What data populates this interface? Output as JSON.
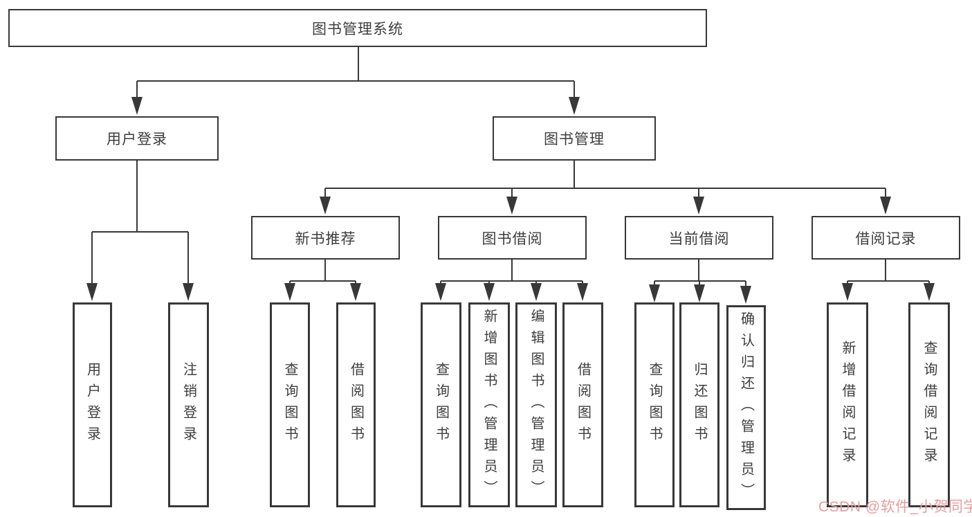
{
  "tree": {
    "label": "图书管理系统",
    "children": [
      {
        "label": "用户登录",
        "children": [
          {
            "label": "用户登录"
          },
          {
            "label": "注销登录"
          }
        ]
      },
      {
        "label": "图书管理",
        "children": [
          {
            "label": "新书推荐",
            "children": [
              {
                "label": "查询图书"
              },
              {
                "label": "借阅图书"
              }
            ]
          },
          {
            "label": "图书借阅",
            "children": [
              {
                "label": "查询图书"
              },
              {
                "label": "新增图书（管理员）"
              },
              {
                "label": "编辑图书（管理员）"
              },
              {
                "label": "借阅图书"
              }
            ]
          },
          {
            "label": "当前借阅",
            "children": [
              {
                "label": "查询图书"
              },
              {
                "label": "归还图书"
              },
              {
                "label": "确认归还（管理员）"
              }
            ]
          },
          {
            "label": "借阅记录",
            "children": [
              {
                "label": "新增借阅记录"
              },
              {
                "label": "查询借阅记录"
              }
            ]
          }
        ]
      }
    ]
  },
  "watermark": {
    "text": "CSDN @软件_小贺同学",
    "color": "#e89c9c"
  },
  "colors": {
    "line": "#383838",
    "text": "#3d3d3d",
    "background": "#ffffff"
  }
}
